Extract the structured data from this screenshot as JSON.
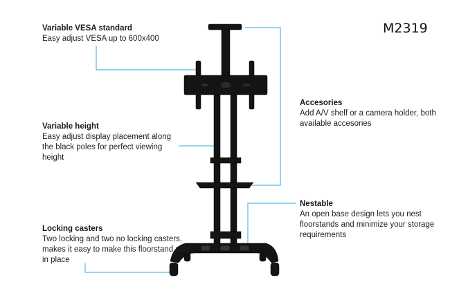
{
  "model": "M2319",
  "colors": {
    "line": "#29abe2",
    "stand": "#111111"
  },
  "callouts": {
    "vesa": {
      "title": "Variable VESA standard",
      "desc": "Easy adjust VESA up to 600x400"
    },
    "height": {
      "title": "Variable height",
      "desc": "Easy adjust display placement along the black poles for perfect viewing height"
    },
    "casters": {
      "title": "Locking casters",
      "desc": "Two locking and two no locking casters, makes it easy to make this floorstand stay in place"
    },
    "accessories": {
      "title": "Accesories",
      "desc": "Add A/V shelf or a camera holder, both available accesories"
    },
    "nestable": {
      "title": "Nestable",
      "desc": "An open base design lets you nest floorstands and minimize your storage requirements"
    }
  }
}
